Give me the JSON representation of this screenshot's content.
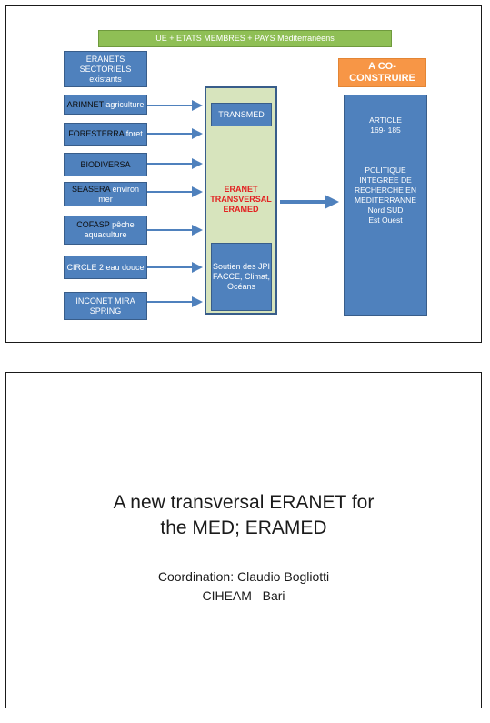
{
  "slide1": {
    "banner": "UE + ETATS MEMBRES + PAYS Méditerranéens",
    "left_boxes": [
      {
        "text": "ERANETS SECTORIELS existants",
        "lead": ""
      },
      {
        "lead": "ARIMNET",
        "text": " agriculture"
      },
      {
        "lead": "FORESTERRA",
        "text": " foret"
      },
      {
        "lead": "BIODIVERSA",
        "text": ""
      },
      {
        "lead": "SEASERA",
        "text": " environ mer"
      },
      {
        "lead": "COFASP",
        "text": " pêche aquaculture"
      },
      {
        "lead": "",
        "text": "CIRCLE 2  eau douce"
      },
      {
        "lead": "",
        "text": "INCONET MIRA SPRING"
      }
    ],
    "transmed": "TRANSMED",
    "eranet_center": "ERANET TRANSVERSAL ERAMED",
    "soutien": "Soutien des JPI FACCE, Climat, Océans",
    "a_co": "A CO-CONSTRUIRE",
    "article_lines": [
      "ARTICLE",
      "169- 185"
    ],
    "politique_lines": [
      "POLITIQUE",
      "INTEGREE DE",
      "RECHERCHE EN",
      "MEDITERRANNE",
      "Nord SUD",
      "Est Ouest"
    ],
    "colors": {
      "blue": "#4f81bd",
      "green": "#8fbf55",
      "orange": "#f79646",
      "panel": "#d7e4bd",
      "red": "#e32121"
    }
  },
  "slide2": {
    "title_lines": [
      "A new transversal ERANET for",
      "the MED; ERAMED"
    ],
    "coordination": "Coordination: Claudio Bogliotti",
    "org": "CIHEAM –Bari"
  }
}
